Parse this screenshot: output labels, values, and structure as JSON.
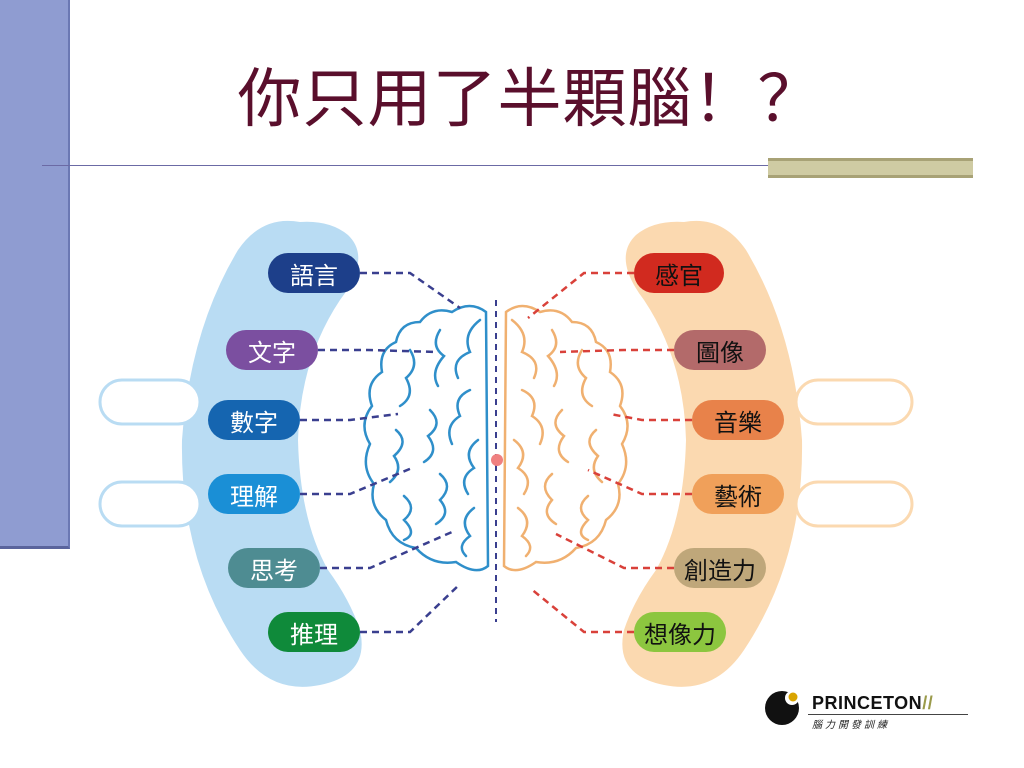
{
  "slide": {
    "title": "你只用了半顆腦！？"
  },
  "left_brain": {
    "items": [
      {
        "label": "語言",
        "color": "#1d3f8a",
        "text": "light"
      },
      {
        "label": "文字",
        "color": "#7b4fa0",
        "text": "light"
      },
      {
        "label": "數字",
        "color": "#1565b0",
        "text": "light"
      },
      {
        "label": "理解",
        "color": "#1a8fd6",
        "text": "light"
      },
      {
        "label": "思考",
        "color": "#4e8c92",
        "text": "light"
      },
      {
        "label": "推理",
        "color": "#0f8a3a",
        "text": "light"
      }
    ],
    "panel_color": "#b9dcf3",
    "brain_color": "#2f8fca",
    "connector_color": "#3a3f8f"
  },
  "right_brain": {
    "items": [
      {
        "label": "感官",
        "color": "#d12a1f",
        "text": "dark"
      },
      {
        "label": "圖像",
        "color": "#b36a6a",
        "text": "dark"
      },
      {
        "label": "音樂",
        "color": "#e8824a",
        "text": "dark"
      },
      {
        "label": "藝術",
        "color": "#f0a05a",
        "text": "dark"
      },
      {
        "label": "創造力",
        "color": "#bfa77a",
        "text": "dark"
      },
      {
        "label": "想像力",
        "color": "#8cc63f",
        "text": "dark"
      }
    ],
    "panel_color": "#fbd9b0",
    "brain_color": "#f0b070",
    "connector_color": "#d9413a"
  },
  "logo": {
    "name": "PRINCETON",
    "slashes": "//",
    "subtitle": "腦力開發訓練"
  }
}
